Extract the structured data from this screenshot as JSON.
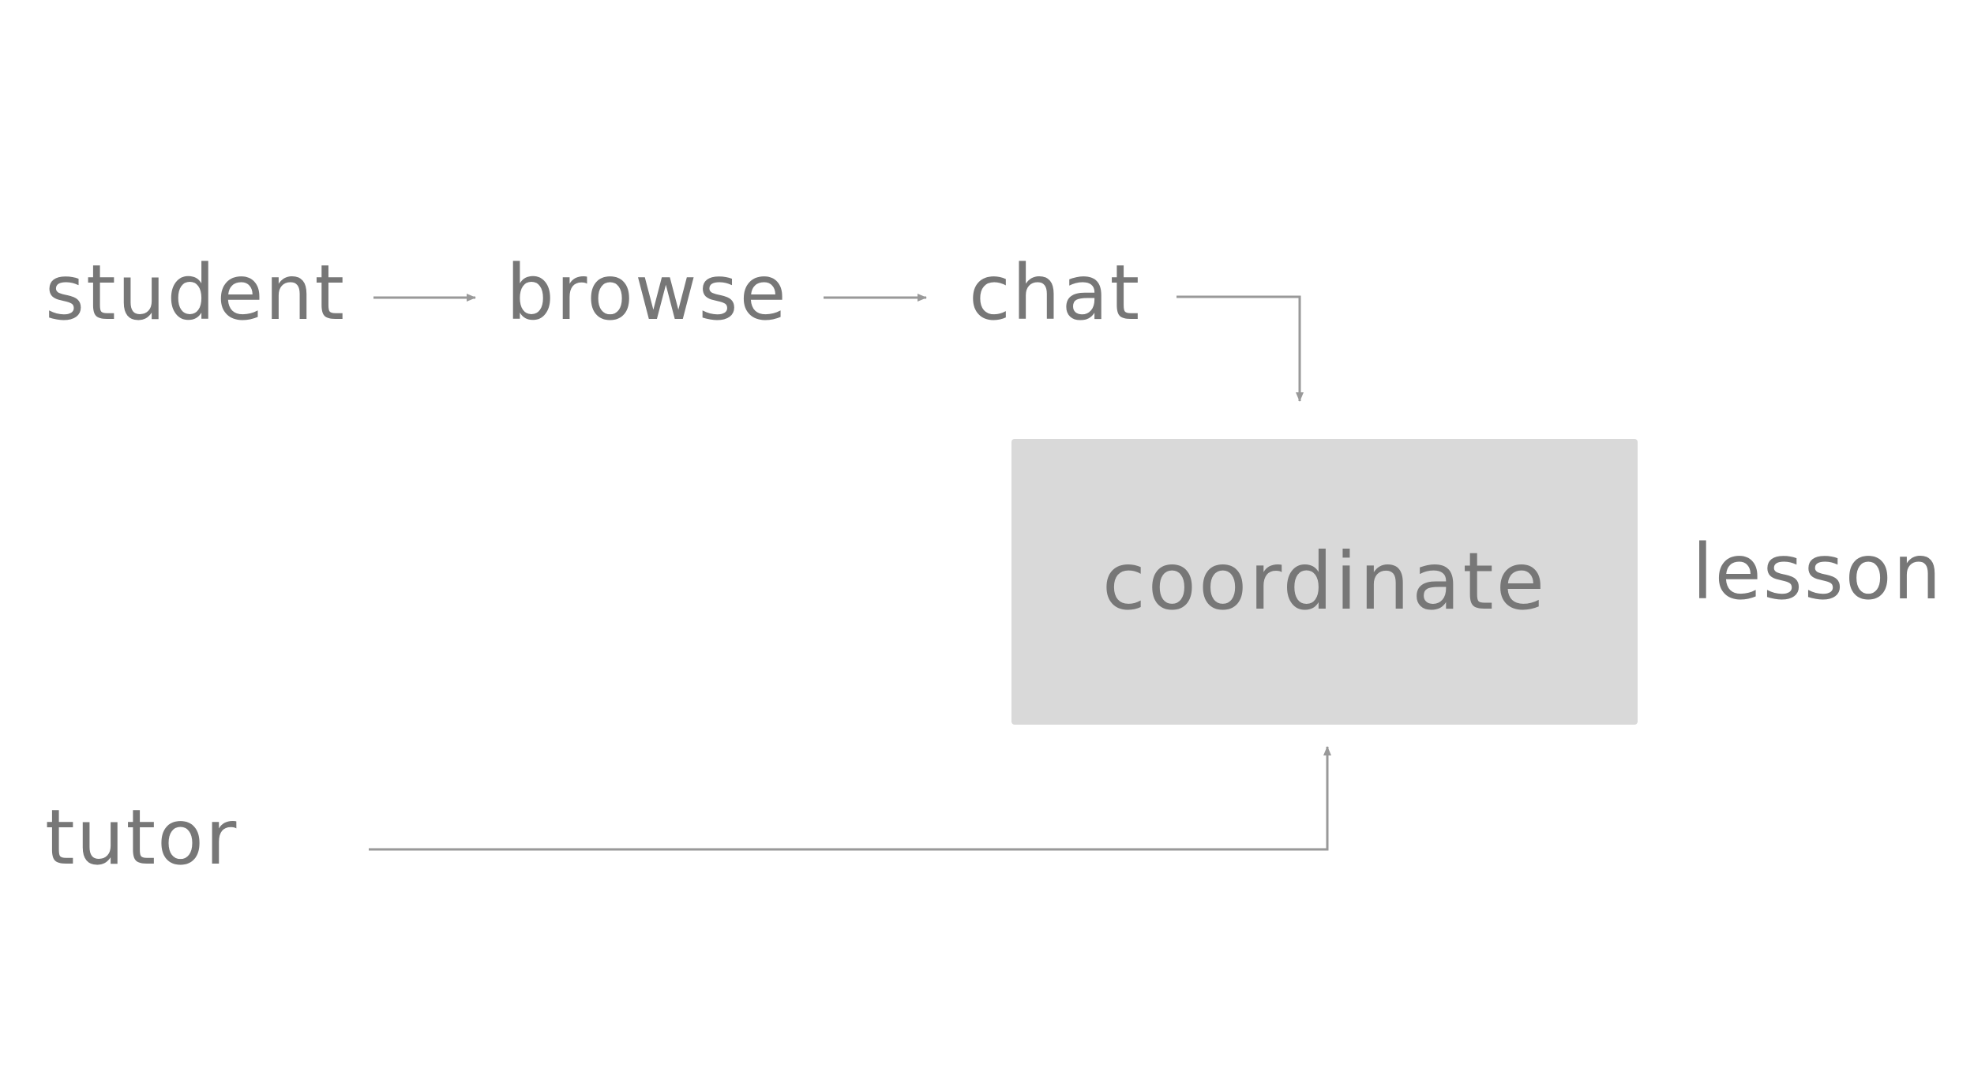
{
  "diagram": {
    "nodes": {
      "student": "student",
      "browse": "browse",
      "chat": "chat",
      "coordinate": "coordinate",
      "lesson": "lesson",
      "tutor": "tutor"
    },
    "edges": [
      {
        "from": "student",
        "to": "browse"
      },
      {
        "from": "browse",
        "to": "chat"
      },
      {
        "from": "chat",
        "to": "coordinate"
      },
      {
        "from": "tutor",
        "to": "coordinate"
      }
    ],
    "colors": {
      "text": "#777777",
      "edge": "#999999",
      "box_fill": "#d9d9d9",
      "background": "#ffffff"
    }
  }
}
